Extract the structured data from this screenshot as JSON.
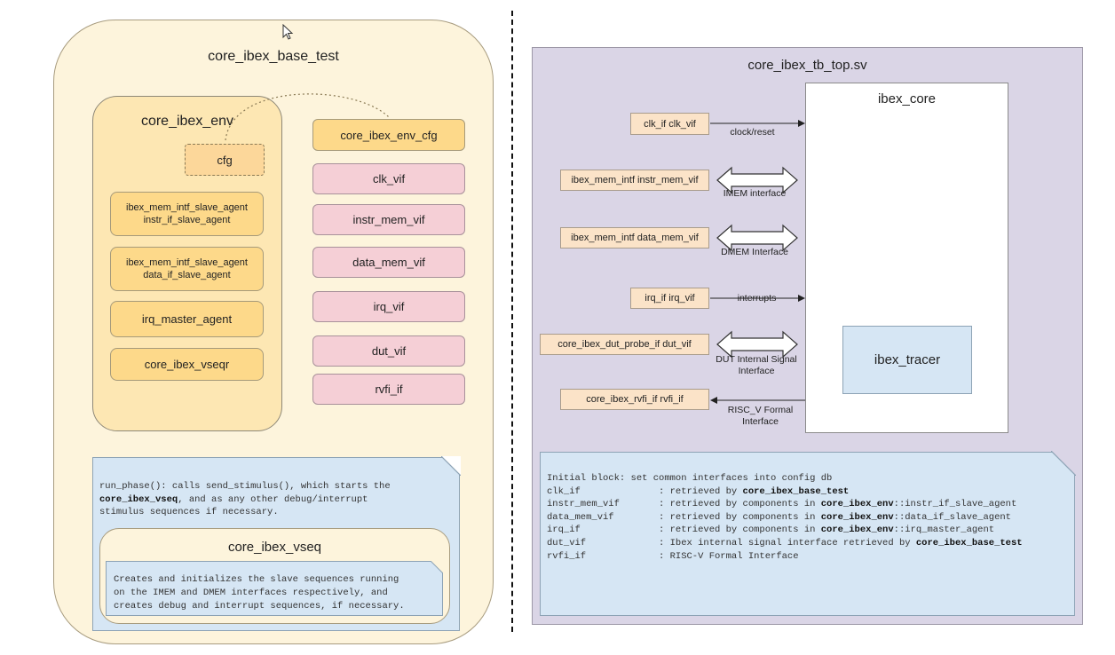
{
  "left": {
    "title": "core_ibex_base_test",
    "env": {
      "title": "core_ibex_env",
      "cfg": "cfg",
      "agents": [
        {
          "line1": "ibex_mem_intf_slave_agent",
          "line2": "instr_if_slave_agent"
        },
        {
          "line1": "ibex_mem_intf_slave_agent",
          "line2": "data_if_slave_agent"
        },
        {
          "line1": "irq_master_agent",
          "line2": ""
        },
        {
          "line1": "core_ibex_vseqr",
          "line2": ""
        }
      ]
    },
    "env_cfg": "core_ibex_env_cfg",
    "vifs": [
      "clk_vif",
      "instr_mem_vif",
      "data_mem_vif",
      "irq_vif",
      "dut_vif",
      "rvfi_if"
    ],
    "run_phase": {
      "pre": "run_phase(): calls send_stimulus(), which starts the",
      "bold": "core_ibex_vseq",
      "post": ", and as any other debug/interrupt",
      "line3": "stimulus sequences if necessary."
    },
    "vseq": {
      "title": "core_ibex_vseq",
      "desc_lines": [
        "Creates and initializes the slave sequences running",
        "on the IMEM and DMEM interfaces respectively, and",
        "creates debug and interrupt sequences, if necessary."
      ]
    }
  },
  "right": {
    "title": "core_ibex_tb_top.sv",
    "core": "ibex_core",
    "tracer": "ibex_tracer",
    "interfaces": [
      {
        "label": "clk_if clk_vif",
        "signal": "clock/reset"
      },
      {
        "label": "ibex_mem_intf instr_mem_vif",
        "signal": "IMEM interface"
      },
      {
        "label": "ibex_mem_intf data_mem_vif",
        "signal": "DMEM Interface"
      },
      {
        "label": "irq_if irq_vif",
        "signal": "interrupts"
      },
      {
        "label": "core_ibex_dut_probe_if dut_vif",
        "signal_l1": "DUT Internal Signal",
        "signal_l2": "Interface"
      },
      {
        "label": "core_ibex_rvfi_if rvfi_if",
        "signal_l1": "RISC_V Formal",
        "signal_l2": "Interface"
      }
    ],
    "initial_block": {
      "header": "Initial block: set common interfaces into config db",
      "rows": [
        {
          "name": "clk_if",
          "pre": ": retrieved by ",
          "bold": "core_ibex_base_test",
          "post": ""
        },
        {
          "name": "instr_mem_vif",
          "pre": ": retrieved by components in ",
          "bold": "core_ibex_env",
          "post": "::instr_if_slave_agent"
        },
        {
          "name": "data_mem_vif",
          "pre": ": retrieved by components in ",
          "bold": "core_ibex_env",
          "post": "::data_if_slave_agent"
        },
        {
          "name": "irq_if",
          "pre": ": retrieved by components in ",
          "bold": "core_ibex_env",
          "post": "::irq_master_agent"
        },
        {
          "name": "dut_vif",
          "pre": ": Ibex internal signal interface retrieved by ",
          "bold": "core_ibex_base_test",
          "post": ""
        },
        {
          "name": "rvfi_if",
          "pre": ": RISC-V Formal Interface",
          "bold": "",
          "post": ""
        }
      ]
    }
  }
}
